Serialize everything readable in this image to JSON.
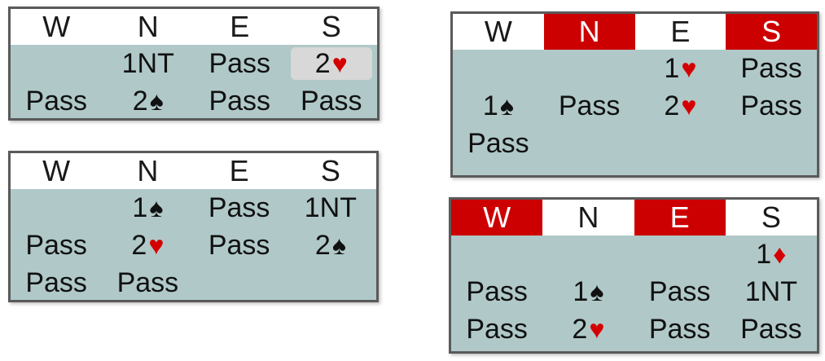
{
  "tables": [
    {
      "name": "auction-table-1",
      "headers": [
        {
          "label": "W",
          "vul": false
        },
        {
          "label": "N",
          "vul": false
        },
        {
          "label": "E",
          "vul": false
        },
        {
          "label": "S",
          "vul": false
        }
      ],
      "rows": [
        [
          {
            "text": ""
          },
          {
            "text": "1NT"
          },
          {
            "text": "Pass"
          },
          {
            "text": "2",
            "suit": "heart",
            "highlight": true
          }
        ],
        [
          {
            "text": "Pass"
          },
          {
            "text": "2",
            "suit": "spade"
          },
          {
            "text": "Pass"
          },
          {
            "text": "Pass"
          }
        ]
      ]
    },
    {
      "name": "auction-table-2",
      "headers": [
        {
          "label": "W",
          "vul": false
        },
        {
          "label": "N",
          "vul": false
        },
        {
          "label": "E",
          "vul": false
        },
        {
          "label": "S",
          "vul": false
        }
      ],
      "rows": [
        [
          {
            "text": ""
          },
          {
            "text": "1",
            "suit": "spade"
          },
          {
            "text": "Pass"
          },
          {
            "text": "1NT"
          }
        ],
        [
          {
            "text": "Pass"
          },
          {
            "text": "2",
            "suit": "heart"
          },
          {
            "text": "Pass"
          },
          {
            "text": "2",
            "suit": "spade"
          }
        ],
        [
          {
            "text": "Pass"
          },
          {
            "text": "Pass"
          },
          {
            "text": ""
          },
          {
            "text": ""
          }
        ]
      ]
    },
    {
      "name": "auction-table-3",
      "headers": [
        {
          "label": "W",
          "vul": false
        },
        {
          "label": "N",
          "vul": true
        },
        {
          "label": "E",
          "vul": false
        },
        {
          "label": "S",
          "vul": true
        }
      ],
      "rows": [
        [
          {
            "text": ""
          },
          {
            "text": ""
          },
          {
            "text": "1",
            "suit": "heart"
          },
          {
            "text": "Pass"
          }
        ],
        [
          {
            "text": "1",
            "suit": "spade"
          },
          {
            "text": "Pass"
          },
          {
            "text": "2",
            "suit": "heart"
          },
          {
            "text": "Pass"
          }
        ],
        [
          {
            "text": "Pass"
          },
          {
            "text": ""
          },
          {
            "text": ""
          },
          {
            "text": ""
          }
        ]
      ]
    },
    {
      "name": "auction-table-4",
      "headers": [
        {
          "label": "W",
          "vul": true
        },
        {
          "label": "N",
          "vul": false
        },
        {
          "label": "E",
          "vul": true
        },
        {
          "label": "S",
          "vul": false
        }
      ],
      "rows": [
        [
          {
            "text": ""
          },
          {
            "text": ""
          },
          {
            "text": ""
          },
          {
            "text": "1",
            "suit": "diamond"
          }
        ],
        [
          {
            "text": "Pass"
          },
          {
            "text": "1",
            "suit": "spade"
          },
          {
            "text": "Pass"
          },
          {
            "text": "1NT"
          }
        ],
        [
          {
            "text": "Pass"
          },
          {
            "text": "2",
            "suit": "heart"
          },
          {
            "text": "Pass"
          },
          {
            "text": "Pass"
          }
        ]
      ]
    }
  ],
  "suit_symbols": {
    "heart": "♥",
    "spade": "♠",
    "diamond": "♦",
    "club": "♣"
  },
  "colors": {
    "vulnerable": "#cc0000",
    "table_bg": "#b0c8c8",
    "red_suit": "#d40000",
    "highlight": "#d8d8d8"
  }
}
